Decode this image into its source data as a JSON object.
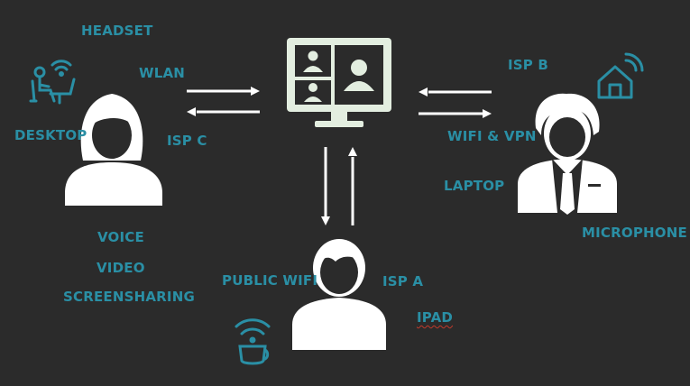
{
  "colors": {
    "background": "#2b2b2b",
    "label": "#2a8fa5",
    "icon_teal": "#2a8fa5",
    "figure": "#ffffff",
    "monitor": "#e3eee0"
  },
  "icons": {
    "desk_user": "desk-wifi-user-icon",
    "smart_home": "smart-home-icon",
    "wifi_coffee": "wifi-coffee-icon",
    "monitor": "video-call-monitor-icon",
    "person_woman": "woman-person-icon",
    "person_man_suit": "businessman-icon",
    "person_man": "man-person-icon"
  },
  "labels": {
    "headset": "HEADSET",
    "wlan": "WLAN",
    "desktop": "DESKTOP",
    "isp_c": "ISP C",
    "voice": "VOICE",
    "video": "VIDEO",
    "screensharing": "SCREENSHARING",
    "isp_b": "ISP B",
    "wifi_vpn": "WIFI & VPN",
    "laptop": "LAPTOP",
    "microphone": "MICROPHONE",
    "public_wifi": "PUBLIC WIFI",
    "isp_a": "ISP A",
    "ipad": "IPAD"
  }
}
